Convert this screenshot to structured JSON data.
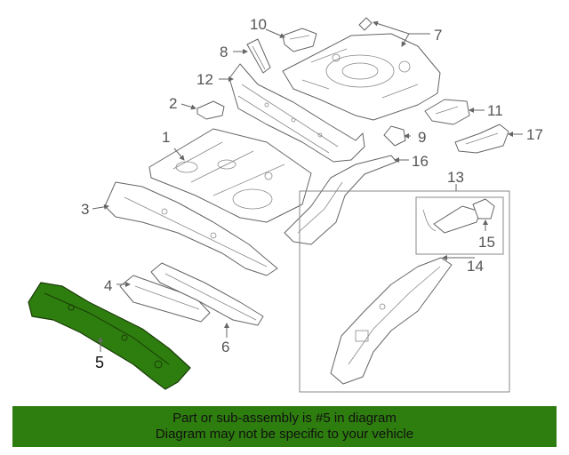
{
  "callouts": {
    "c1": "1",
    "c2": "2",
    "c3": "3",
    "c4": "4",
    "c5": "5",
    "c6": "6",
    "c7": "7",
    "c8": "8",
    "c9": "9",
    "c10": "10",
    "c11": "11",
    "c12": "12",
    "c13": "13",
    "c14": "14",
    "c15": "15",
    "c16": "16",
    "c17": "17"
  },
  "highlight": {
    "part_number": "5",
    "color": "#2e7d0f"
  },
  "banner": {
    "line1": "Part or sub-assembly is #5 in diagram",
    "line2": "Diagram may not be specific to your vehicle",
    "background": "#2e7d0f"
  }
}
